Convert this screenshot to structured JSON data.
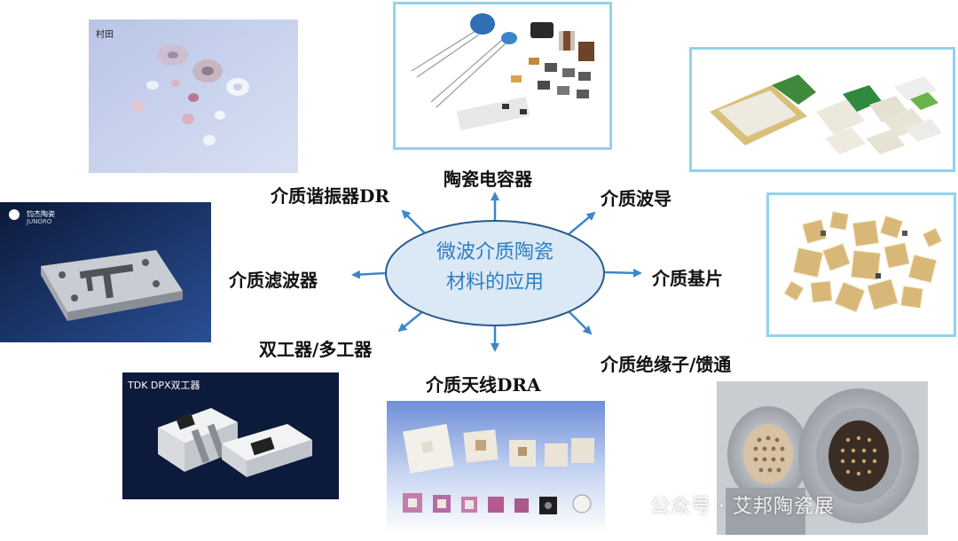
{
  "center": {
    "line1": "微波介质陶瓷",
    "line2": "材料的应用"
  },
  "branches": {
    "capacitor": "陶瓷电容器",
    "resonator": "介质谐振器DR",
    "waveguide": "介质波导",
    "filter": "介质滤波器",
    "substrate": "介质基片",
    "duplexer": "双工器/多工器",
    "insulator": "介质绝缘子/馈通",
    "antenna": "介质天线DRA"
  },
  "photos": {
    "murata_caption": "村田",
    "junoro_brand_cn": "钧杰陶瓷",
    "junoro_brand_en": "JUNORO",
    "tdk_caption": "TDK DPX双工器"
  },
  "watermark": "公众号 · 艾邦陶瓷展",
  "colors": {
    "arrow": "#3f86c9",
    "ellipse_fill": "#dbe8f5",
    "ellipse_stroke": "#2a5a8c",
    "frame": "#8fd3ee"
  }
}
